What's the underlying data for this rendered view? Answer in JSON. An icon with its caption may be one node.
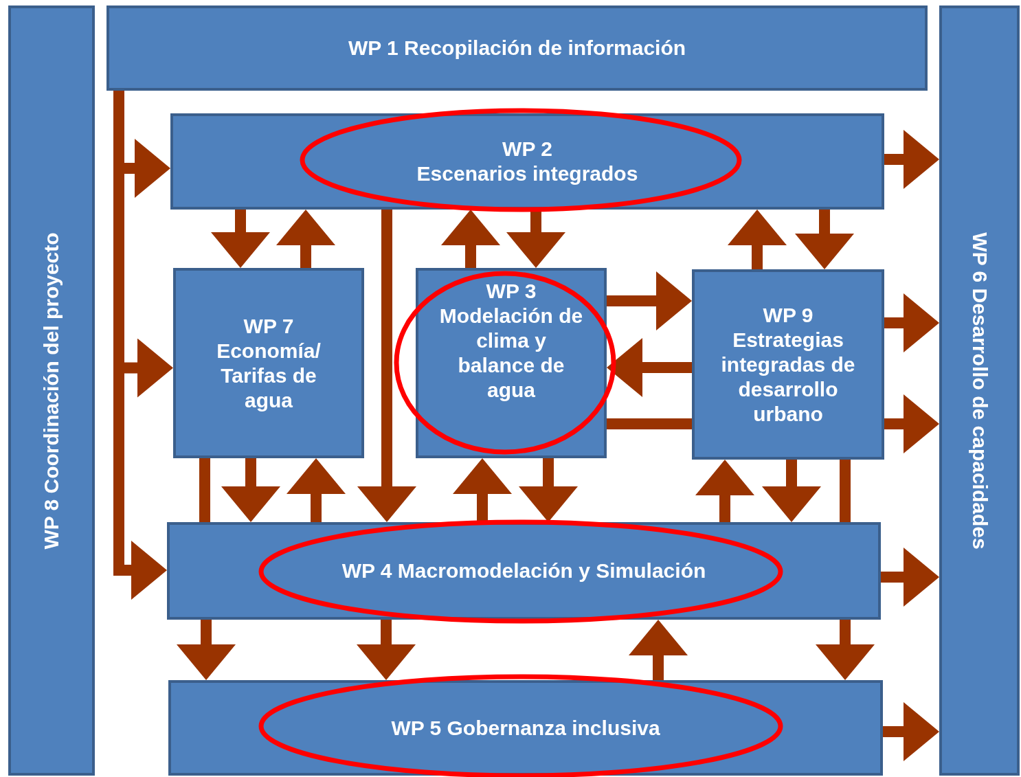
{
  "diagram": {
    "nodes": [
      {
        "text": [
          "WP 8 Coordinación del proyecto"
        ]
      },
      {
        "text": [
          "WP 1 Recopilación de información"
        ]
      },
      {
        "text": [
          "WP 2",
          "Escenarios integrados"
        ]
      },
      {
        "text": [
          "WP 7",
          "Economía/ Tarifas de agua"
        ]
      },
      {
        "text": [
          "WP 3",
          "Modelación de clima y balance de agua"
        ]
      },
      {
        "text": [
          "WP 9",
          "Estrategias integradas de desarrollo urbano"
        ]
      },
      {
        "text": [
          "WP 4 Macromodelación y Simulación"
        ]
      },
      {
        "text": [
          "WP 5 Gobernanza inclusiva"
        ]
      },
      {
        "text": [
          "WP 6 Desarrollo de capacidades"
        ]
      }
    ],
    "edges": [
      {
        "from": 1,
        "to": 2,
        "arrow": "to"
      },
      {
        "from": 1,
        "to": 3,
        "arrow": "to"
      },
      {
        "from": 1,
        "to": 6,
        "arrow": "to"
      },
      {
        "from": 2,
        "to": 8,
        "arrow": "to"
      },
      {
        "from": 2,
        "to": 3,
        "arrow": "to"
      },
      {
        "from": 3,
        "to": 2,
        "arrow": "to"
      },
      {
        "from": 2,
        "to": 6,
        "arrow": "to"
      },
      {
        "from": 4,
        "to": 2,
        "arrow": "to"
      },
      {
        "from": 2,
        "to": 4,
        "arrow": "to"
      },
      {
        "from": 5,
        "to": 2,
        "arrow": "to"
      },
      {
        "from": 2,
        "to": 5,
        "arrow": "to"
      },
      {
        "from": 4,
        "to": 5,
        "arrow": "to"
      },
      {
        "from": 5,
        "to": 4,
        "arrow": "to"
      },
      {
        "from": 4,
        "to": 5,
        "arrow": "none"
      },
      {
        "from": 5,
        "to": 8,
        "arrow": "to"
      },
      {
        "from": 5,
        "to": 8,
        "arrow": "to"
      },
      {
        "from": 3,
        "to": 6,
        "arrow": "none"
      },
      {
        "from": 3,
        "to": 6,
        "arrow": "to"
      },
      {
        "from": 6,
        "to": 3,
        "arrow": "to"
      },
      {
        "from": 6,
        "to": 4,
        "arrow": "to"
      },
      {
        "from": 4,
        "to": 6,
        "arrow": "to"
      },
      {
        "from": 6,
        "to": 5,
        "arrow": "to"
      },
      {
        "from": 5,
        "to": 6,
        "arrow": "to"
      },
      {
        "from": 5,
        "to": 6,
        "arrow": "none"
      },
      {
        "from": 6,
        "to": 8,
        "arrow": "to"
      },
      {
        "from": 6,
        "to": 7,
        "arrow": "to"
      },
      {
        "from": 6,
        "to": 7,
        "arrow": "to"
      },
      {
        "from": 7,
        "to": 6,
        "arrow": "to"
      },
      {
        "from": 6,
        "to": 7,
        "arrow": "to"
      },
      {
        "from": 7,
        "to": 8,
        "arrow": "to"
      }
    ]
  }
}
